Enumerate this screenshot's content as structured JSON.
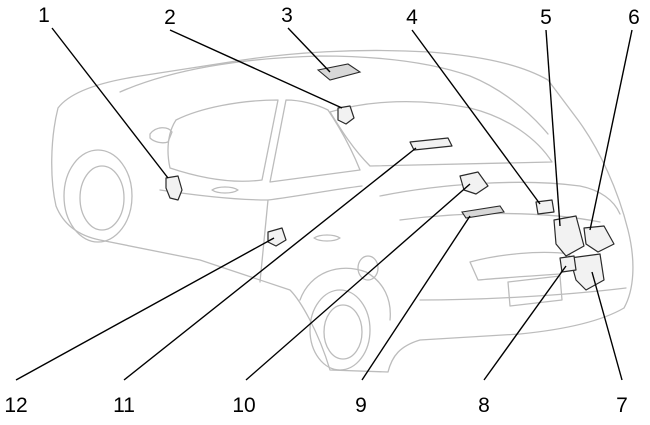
{
  "callouts": [
    {
      "id": "1",
      "label": "1"
    },
    {
      "id": "2",
      "label": "2"
    },
    {
      "id": "3",
      "label": "3"
    },
    {
      "id": "4",
      "label": "4"
    },
    {
      "id": "5",
      "label": "5"
    },
    {
      "id": "6",
      "label": "6"
    },
    {
      "id": "7",
      "label": "7"
    },
    {
      "id": "8",
      "label": "8"
    },
    {
      "id": "9",
      "label": "9"
    },
    {
      "id": "10",
      "label": "10"
    },
    {
      "id": "11",
      "label": "11"
    },
    {
      "id": "12",
      "label": "12"
    }
  ],
  "colors": {
    "car_outline": "#bcbcbc",
    "parts": "#2a2a2a",
    "leader_lines": "#000000",
    "background": "#ffffff"
  }
}
